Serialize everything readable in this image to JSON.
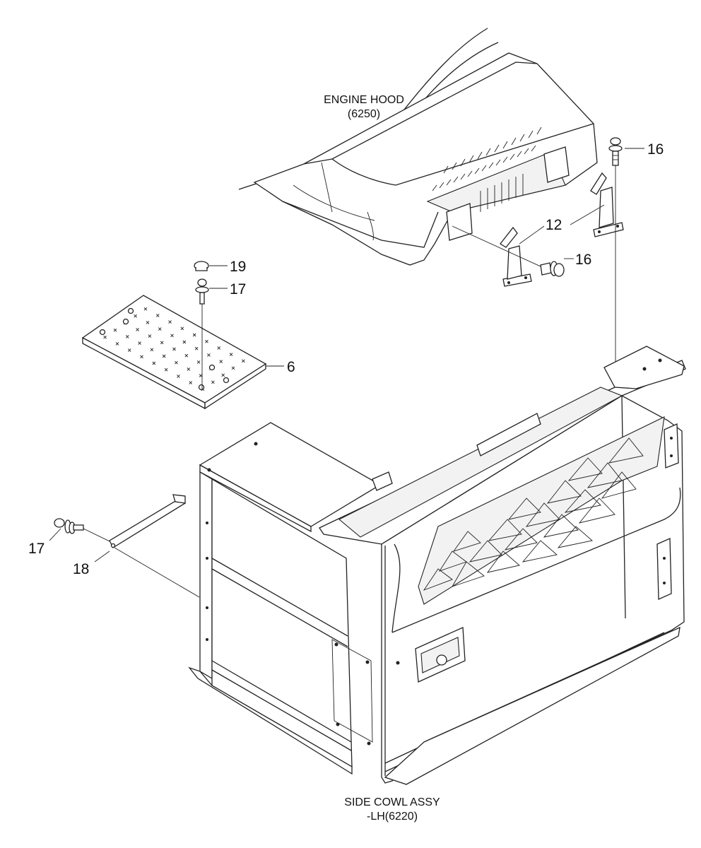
{
  "labels": {
    "engine_hood_line1": "ENGINE HOOD",
    "engine_hood_line2": "(6250)",
    "side_cowl_line1": "SIDE COWL ASSY",
    "side_cowl_line2": "-LH(6220)"
  },
  "callouts": {
    "p16_top": "16",
    "p16_mid": "16",
    "p12": "12",
    "p19": "19",
    "p17_top": "17",
    "p6": "6",
    "p17_left": "17",
    "p18": "18"
  },
  "colors": {
    "line": "#222222",
    "background": "#ffffff"
  }
}
